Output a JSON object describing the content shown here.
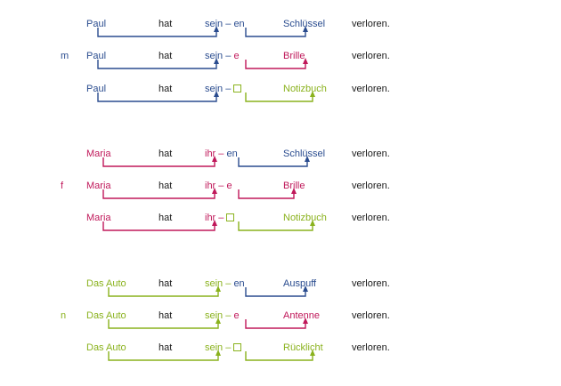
{
  "groups": [
    {
      "label": "m",
      "rows": [
        {
          "subject": "Paul",
          "verb": "hat",
          "stem": "sein",
          "ending": "en",
          "noun": "Schlüssel",
          "end": "verloren."
        },
        {
          "subject": "Paul",
          "verb": "hat",
          "stem": "sein",
          "ending": "e",
          "noun": "Brille",
          "end": "verloren."
        },
        {
          "subject": "Paul",
          "verb": "hat",
          "stem": "sein",
          "ending": "",
          "noun": "Notizbuch",
          "end": "verloren."
        }
      ]
    },
    {
      "label": "f",
      "rows": [
        {
          "subject": "Maria",
          "verb": "hat",
          "stem": "ihr",
          "ending": "en",
          "noun": "Schlüssel",
          "end": "verloren."
        },
        {
          "subject": "Maria",
          "verb": "hat",
          "stem": "ihr",
          "ending": "e",
          "noun": "Brille",
          "end": "verloren."
        },
        {
          "subject": "Maria",
          "verb": "hat",
          "stem": "ihr",
          "ending": "",
          "noun": "Notizbuch",
          "end": "verloren."
        }
      ]
    },
    {
      "label": "n",
      "rows": [
        {
          "subject": "Das Auto",
          "verb": "hat",
          "stem": "sein",
          "ending": "en",
          "noun": "Auspuff",
          "end": "verloren."
        },
        {
          "subject": "Das Auto",
          "verb": "hat",
          "stem": "sein",
          "ending": "e",
          "noun": "Antenne",
          "end": "verloren."
        },
        {
          "subject": "Das Auto",
          "verb": "hat",
          "stem": "sein",
          "ending": "",
          "noun": "Rücklicht",
          "end": "verloren."
        }
      ]
    }
  ],
  "dash": "–",
  "colors": {
    "masculine": "#2a4c8f",
    "feminine": "#c0185a",
    "neuter": "#8ab21d",
    "text": "#1a1a1a"
  }
}
